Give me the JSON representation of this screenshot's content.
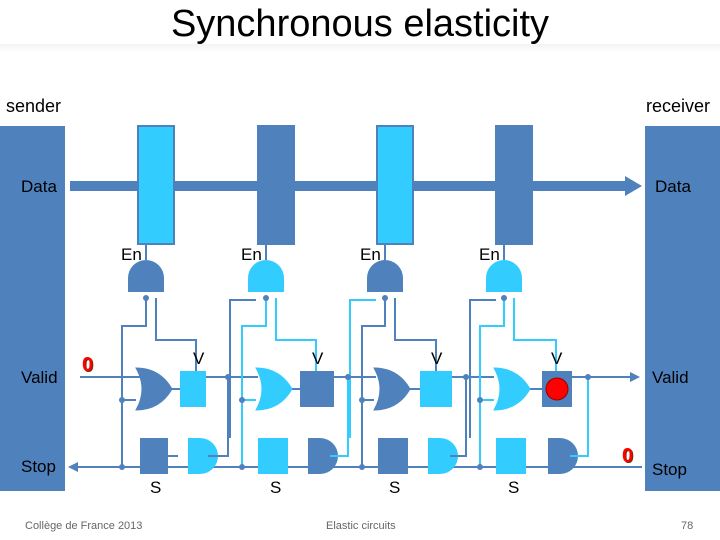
{
  "title": "Synchronous elasticity",
  "labels": {
    "sender": "sender",
    "receiver": "receiver",
    "data_left": "Data",
    "data_right": "Data",
    "valid_left": "Valid",
    "valid_right": "Valid",
    "stop_left": "Stop",
    "stop_right": "Stop",
    "en": "En",
    "v": "V",
    "s": "S",
    "zero_valid": "0",
    "zero_stop": "0"
  },
  "footer": {
    "left": "Collège de France 2013",
    "center": "Elastic circuits",
    "page": "78"
  },
  "colors": {
    "block": "#4f81bd",
    "register": "#33ccff",
    "wire": "#4f81bd",
    "red_dot": "#ff0000",
    "zero": "#ff0000"
  }
}
